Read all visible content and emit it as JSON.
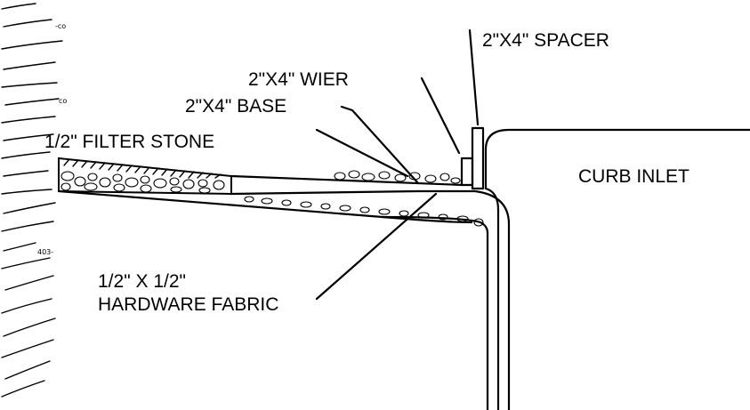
{
  "labels": {
    "spacer": "2\"X4\" SPACER",
    "wier": "2\"X4\" WIER",
    "base": "2\"X4\" BASE",
    "filter_stone_fraction": "1/2",
    "filter_stone": "\" FILTER STONE",
    "curb_inlet": "CURB INLET",
    "hardware_fraction_a": "1/2",
    "hardware_mid": "\" X ",
    "hardware_fraction_b": "1/2",
    "hardware_quote": "\"",
    "hardware_fabric": "HARDWARE FABRIC"
  },
  "contour_labels": {
    "first": "-co",
    "second": "co",
    "third": "403-"
  }
}
